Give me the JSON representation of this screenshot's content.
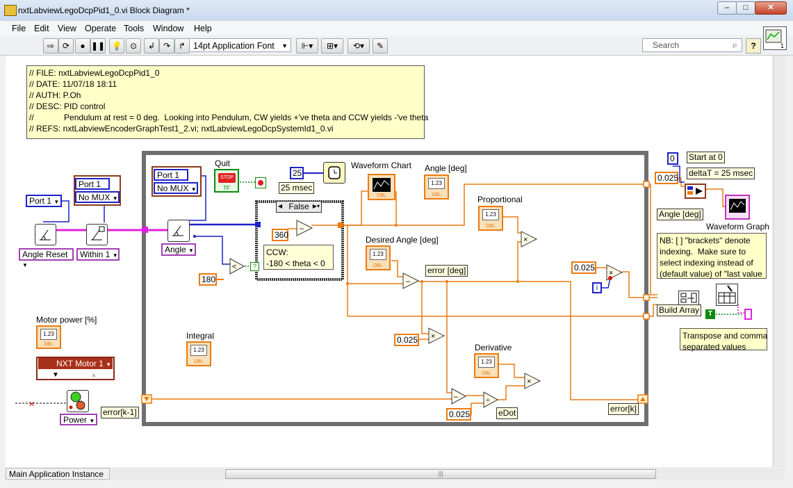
{
  "window": {
    "title": "nxtLabviewLegoDcpPid1_0.vi Block Diagram *",
    "minimize": "–",
    "maximize": "□",
    "close": "✕"
  },
  "menu": [
    "File",
    "Edit",
    "View",
    "Operate",
    "Tools",
    "Window",
    "Help"
  ],
  "toolbar": {
    "font": "14pt Application Font",
    "search_placeholder": "Search",
    "help": "?"
  },
  "header_comment": "// FILE: nxtLabviewLegoDcpPid1_0\n// DATE: 11/07/18 18:11\n// AUTH: P.Oh\n// DESC: PID control\n//             Pendulum at rest = 0 deg.  Looking into Pendulum, CW yields +'ve theta and CCW yields -'ve theta\n// REFS: nxtLabviewEncoderGraphTest1_2.vi; nxtLabviewLegoDcpSystemId1_0.vi",
  "left": {
    "port1": "Port 1",
    "port1b": "Port 1",
    "no_mux": "No MUX",
    "angle_reset": "Angle Reset",
    "within1": "Within 1",
    "motor_power_label": "Motor power [%]",
    "motor_ring": "NXT Motor 1",
    "power": "Power",
    "error_prev": "error[k-1]"
  },
  "loop": {
    "quit": "Quit",
    "stop": "STOP",
    "tf": "TF",
    "port1": "Port 1",
    "no_mux": "No MUX",
    "angle": "Angle",
    "const_25": "25",
    "msec": "25 msec",
    "case_sel": "False",
    "const_360": "360",
    "const_180": "180",
    "case_comment": "CCW:\n-180 < theta < 0",
    "waveform_chart": "Waveform Chart",
    "angle_deg": "Angle [deg]",
    "proportional": "Proportional",
    "desired_angle": "Desired Angle [deg]",
    "error_deg": "error [deg]",
    "const_0025_a": "0.025",
    "integral": "Integral",
    "derivative": "Derivative",
    "const_0025_b": "0.025",
    "edot": "eDot",
    "error_k": "error[k]",
    "const_0025_c": "0.025",
    "i": "i",
    "numeric": "1.23",
    "dbl": "DBL"
  },
  "right": {
    "const0": "0",
    "start_at": "Start at 0",
    "const_0025": "0.025",
    "delta_t": "deltaT = 25 msec",
    "angle_deg": "Angle [deg]",
    "waveform_graph": "Waveform Graph",
    "nb_comment": "NB: [ ] \"brackets\" denote\nindexing.  Make sure to\nselect indexing instead of\n(default value) of \"last value",
    "build_array": "Build Array",
    "t": "T",
    "transpose_comment": "Transpose and comma\nseparated values"
  },
  "status": "Main Application Instance",
  "scroll_grip": "|||"
}
